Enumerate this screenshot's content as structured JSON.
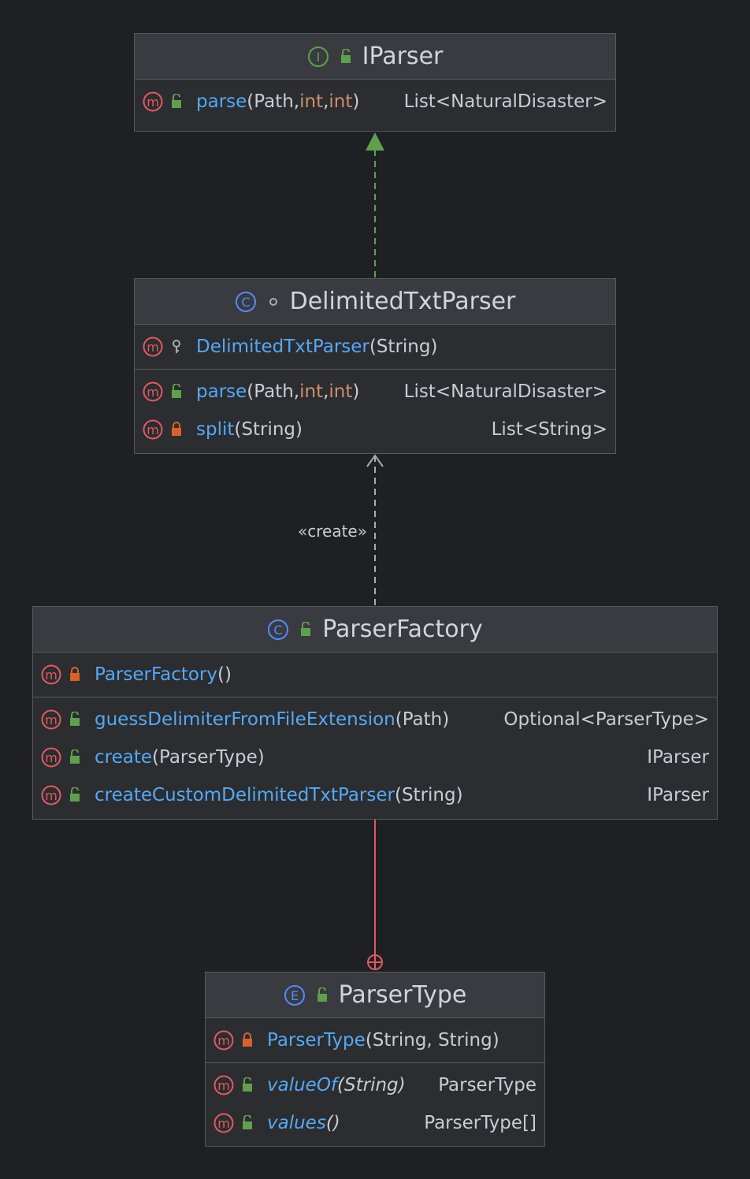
{
  "classes": {
    "iparser": {
      "title": "IParser",
      "kind_icon": "interface-icon",
      "methods": [
        {
          "name": "parse",
          "p_open": "(Path, ",
          "p_kw1": "int",
          "p_sep": ", ",
          "p_kw2": "int",
          "p_close": ")",
          "ret": "List<NaturalDisaster>",
          "vis": "public"
        }
      ]
    },
    "delimited": {
      "title": "DelimitedTxtParser",
      "kind_icon": "class-icon",
      "constructor": {
        "name": "DelimitedTxtParser",
        "params": "(String)",
        "vis": "package"
      },
      "methods": [
        {
          "name": "parse",
          "p_open": "(Path, ",
          "p_kw1": "int",
          "p_sep": ", ",
          "p_kw2": "int",
          "p_close": ")",
          "ret": "List<NaturalDisaster>",
          "vis": "public"
        },
        {
          "name": "split",
          "params": "(String)",
          "ret": "List<String>",
          "vis": "private"
        }
      ]
    },
    "factory": {
      "title": "ParserFactory",
      "kind_icon": "class-icon",
      "constructor": {
        "name": "ParserFactory",
        "params": "()",
        "vis": "private"
      },
      "methods": [
        {
          "name": "guessDelimiterFromFileExtension",
          "params": "(Path)",
          "ret": "Optional<ParserType>",
          "vis": "public"
        },
        {
          "name": "create",
          "params": "(ParserType)",
          "ret": "IParser",
          "vis": "public"
        },
        {
          "name": "createCustomDelimitedTxtParser",
          "params": "(String)",
          "ret": "IParser",
          "vis": "public"
        }
      ]
    },
    "parsertype": {
      "title": "ParserType",
      "kind_icon": "enum-icon",
      "constructor": {
        "name": "ParserType",
        "params": "(String, String)",
        "vis": "private"
      },
      "methods": [
        {
          "name": "valueOf",
          "params": "(String)",
          "ret": "ParserType",
          "vis": "public"
        },
        {
          "name": "values",
          "params": "()",
          "ret": "ParserType[]",
          "vis": "public"
        }
      ]
    }
  },
  "edges": {
    "create_label": "«create»"
  },
  "colors": {
    "background": "#1f2024",
    "method_name": "#56a8f5",
    "keyword": "#cf8e6d",
    "public_lock": "#5fa04e",
    "private_lock": "#d9622b",
    "realization": "#5fa04e",
    "dependency": "#a8abb0",
    "nested": "#e05a61"
  }
}
